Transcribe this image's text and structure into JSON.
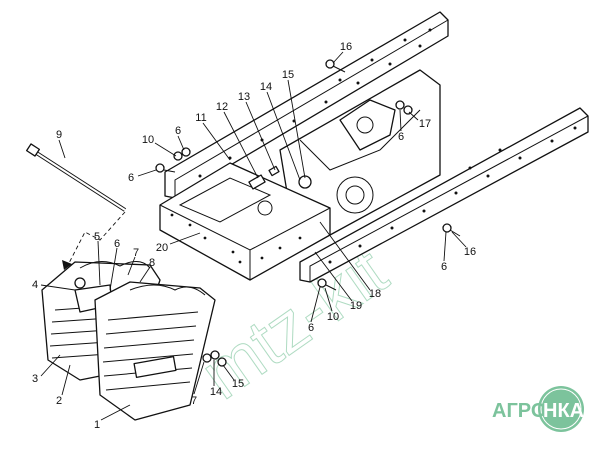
{
  "diagram": {
    "title": "Frame and front ballast weights assembly",
    "callouts": [
      "1",
      "2",
      "3",
      "4",
      "5",
      "6",
      "7",
      "8",
      "9",
      "10",
      "11",
      "12",
      "13",
      "14",
      "15",
      "16",
      "17",
      "18",
      "19",
      "20"
    ]
  },
  "labels": {
    "l16a": "16",
    "l15a": "15",
    "l14a": "14",
    "l13": "13",
    "l12": "12",
    "l11": "11",
    "l10a": "10",
    "l6a": "6",
    "l6b": "6",
    "l9": "9",
    "l17": "17",
    "l6c": "6",
    "l16b": "16",
    "l6d": "6",
    "l20": "20",
    "l18": "18",
    "l19": "19",
    "l10b": "10",
    "l6e": "6",
    "l5": "5",
    "l6f": "6",
    "l7a": "7",
    "l8": "8",
    "l4": "4",
    "l3": "3",
    "l2": "2",
    "l1": "1",
    "l7b": "7",
    "l14b": "14",
    "l15b": "15"
  },
  "watermark": "mtz-kit",
  "logo": {
    "text_left": "АГРО",
    "text_right": "НКА",
    "color": "#7cc39c"
  }
}
